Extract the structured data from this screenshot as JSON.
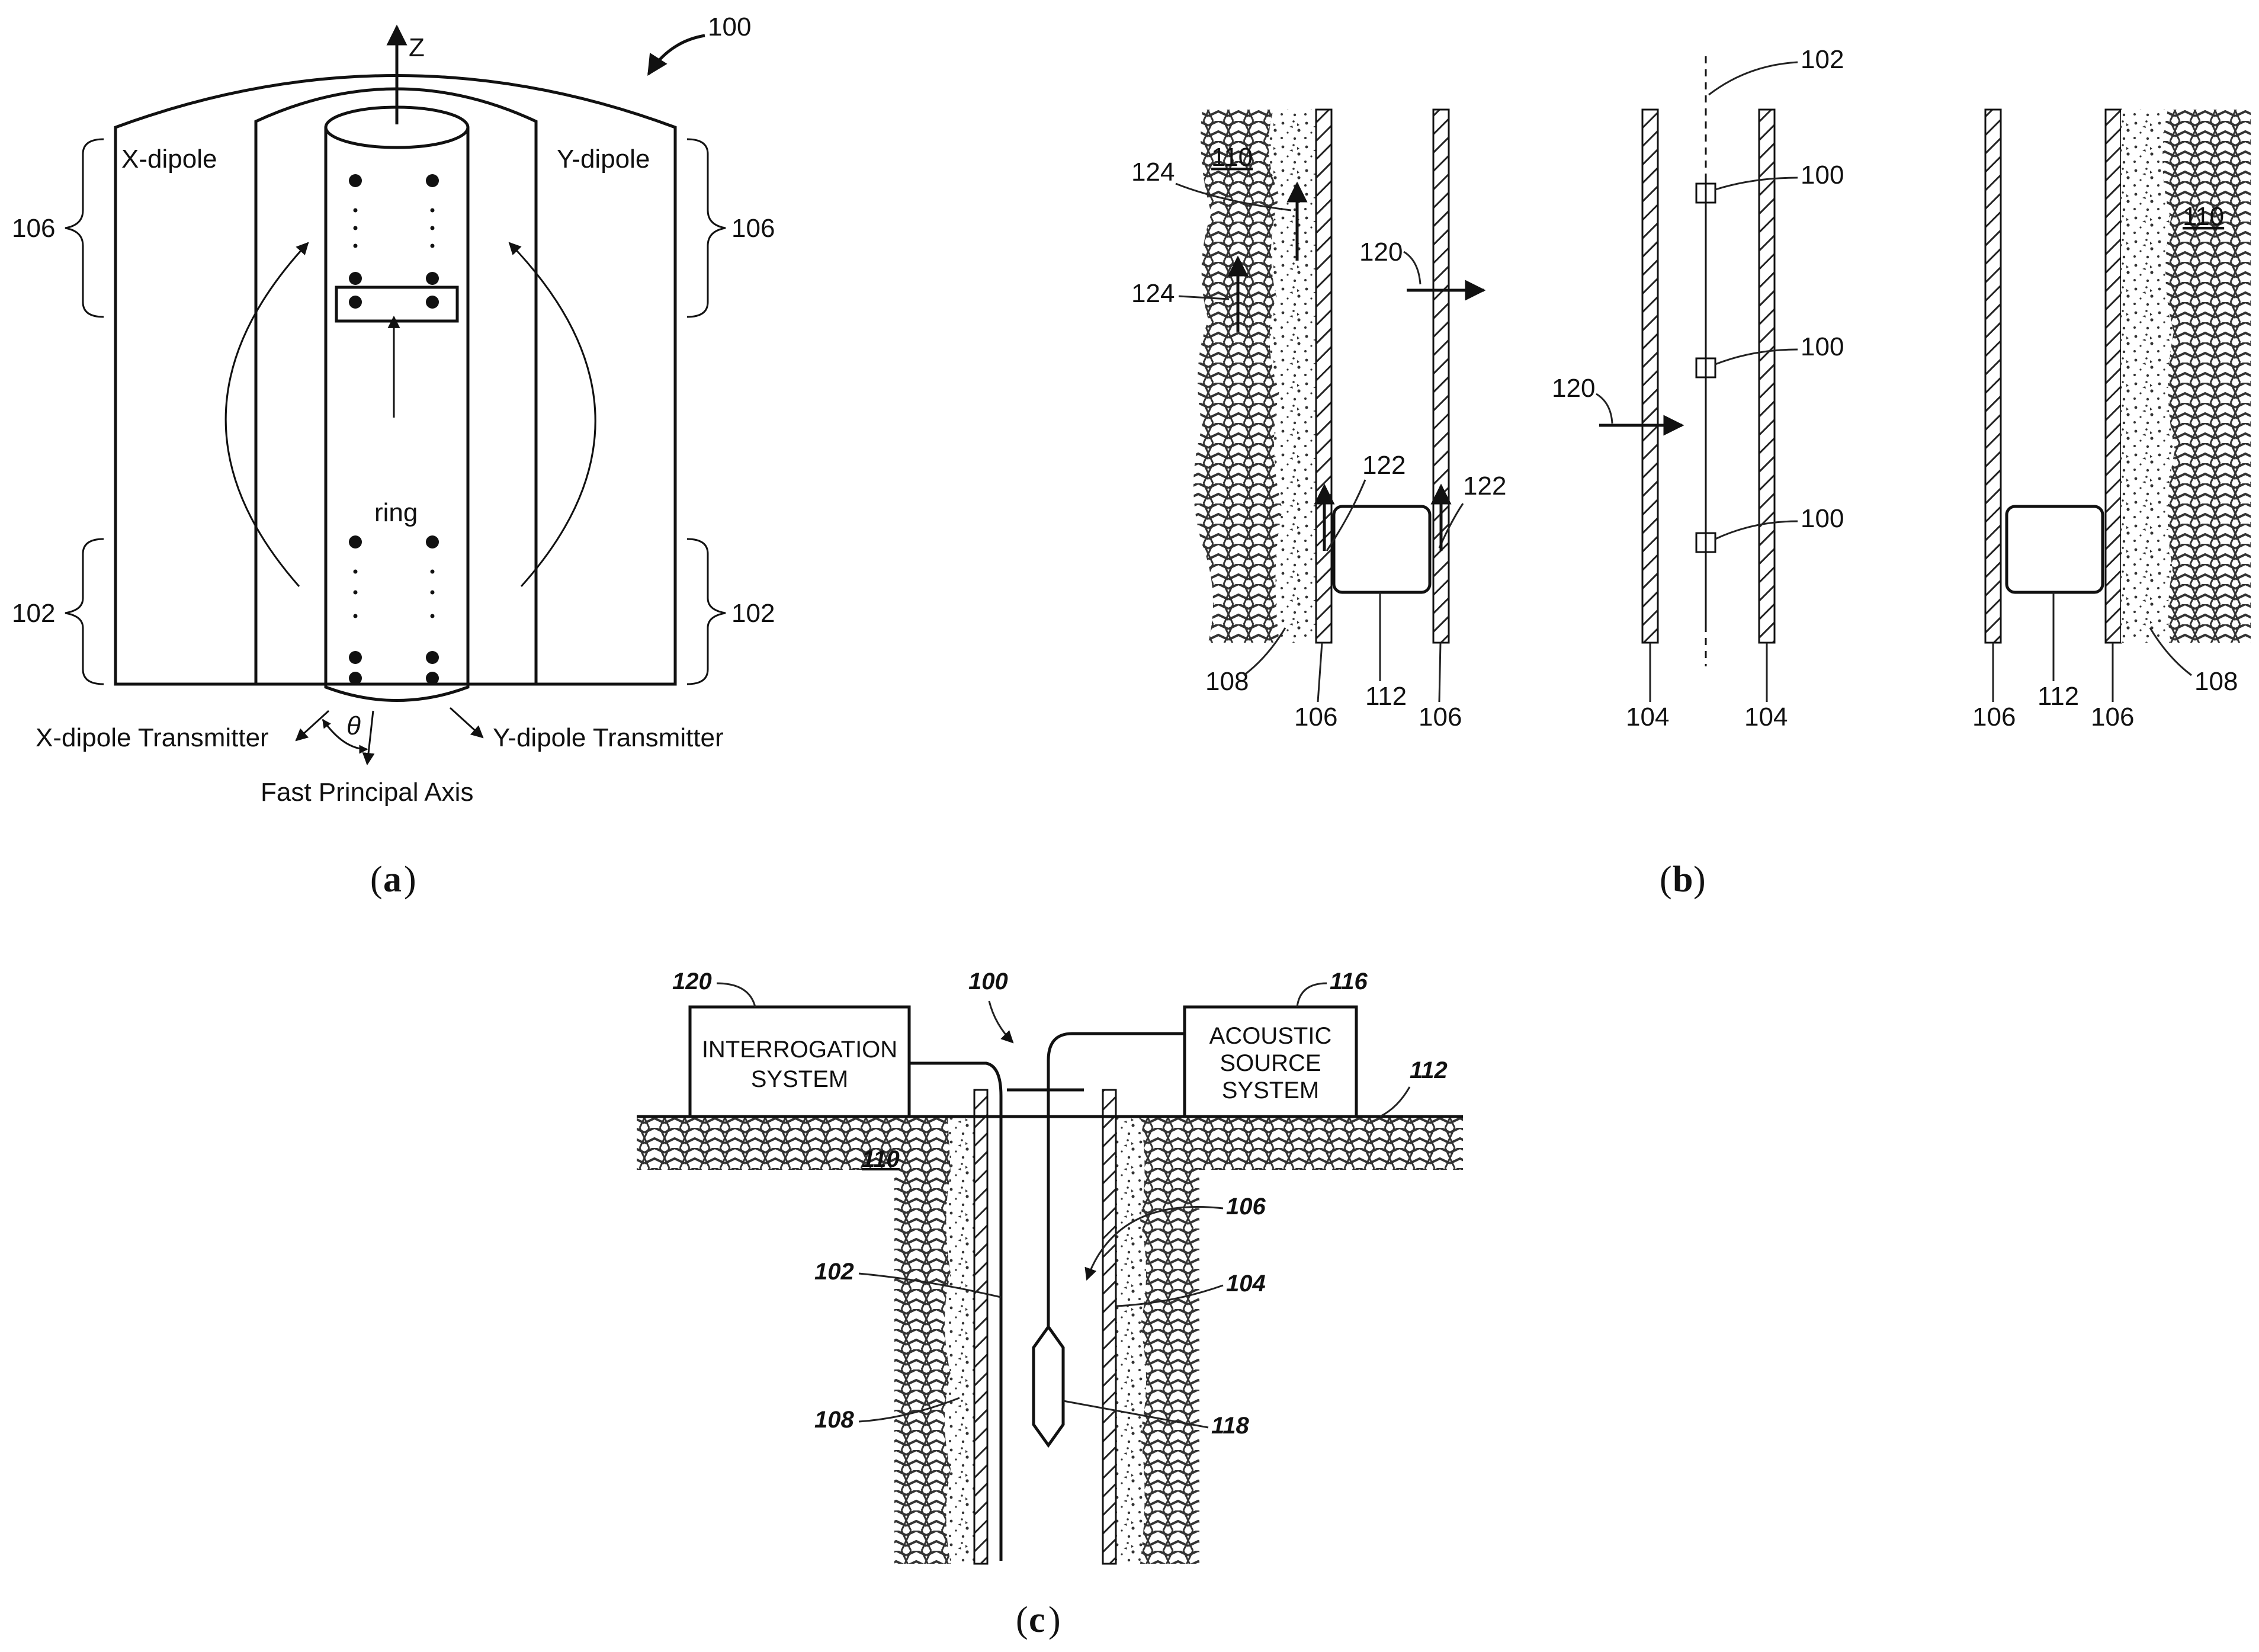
{
  "panel_a": {
    "caption": "a",
    "ref_main": "100",
    "axis_z": "Z",
    "x_dipole": "X-dipole",
    "y_dipole": "Y-dipole",
    "ref_106_left": "106",
    "ref_106_right": "106",
    "ref_102_left": "102",
    "ref_102_right": "102",
    "ring": "ring",
    "theta": "θ",
    "x_tx": "X-dipole Transmitter",
    "y_tx": "Y-dipole Transmitter",
    "fast_axis": "Fast Principal Axis"
  },
  "panel_b": {
    "caption": "b",
    "ref_110_left": "110",
    "ref_110_right": "110",
    "ref_124_top": "124",
    "ref_124_bottom": "124",
    "ref_120_top": "120",
    "ref_120_mid": "120",
    "ref_122_left": "122",
    "ref_122_right": "122",
    "ref_102": "102",
    "ref_100_1": "100",
    "ref_100_2": "100",
    "ref_100_3": "100",
    "ref_108_left": "108",
    "ref_108_right": "108",
    "ref_106_1": "106",
    "ref_106_2": "106",
    "ref_106_3": "106",
    "ref_106_4": "106",
    "ref_112_left": "112",
    "ref_112_right": "112",
    "ref_104_left": "104",
    "ref_104_right": "104"
  },
  "panel_c": {
    "caption": "c",
    "ref_120": "120",
    "ref_100": "100",
    "ref_116": "116",
    "ref_112": "112",
    "ref_110": "110",
    "ref_106": "106",
    "ref_102": "102",
    "ref_104": "104",
    "ref_108": "108",
    "ref_118": "118",
    "interrogation_line1": "INTERROGATION",
    "interrogation_line2": "SYSTEM",
    "acoustic_line1": "ACOUSTIC",
    "acoustic_line2": "SOURCE",
    "acoustic_line3": "SYSTEM"
  }
}
